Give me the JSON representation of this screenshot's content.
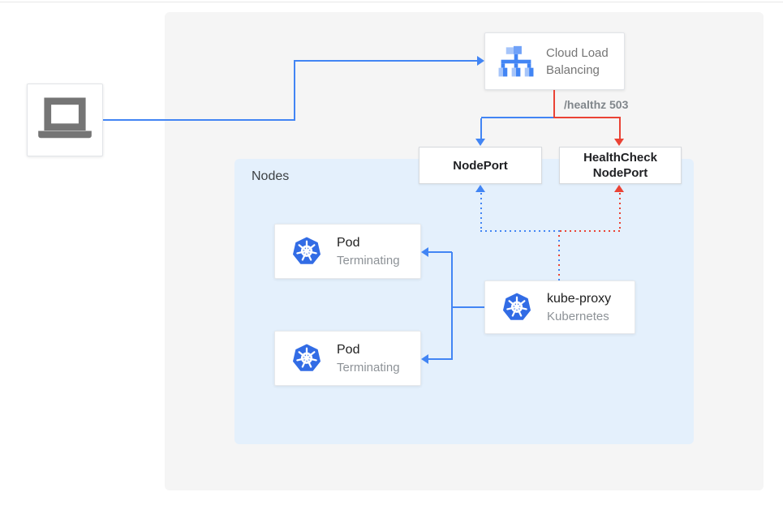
{
  "colors": {
    "blue": "#4285F4",
    "red": "#EA4335",
    "panel_background": "#F5F5F5",
    "nodes_background": "#E4F0FC",
    "kubernetes_blue": "#326CE5",
    "muted_text": "#80868B"
  },
  "client": {
    "icon": "laptop-icon"
  },
  "cloud_lb": {
    "label": "Cloud Load Balancing",
    "icon": "load-balancer-icon"
  },
  "edge_label": "/healthz 503",
  "nodes": {
    "label": "Nodes"
  },
  "nodeport": {
    "label": "NodePort"
  },
  "healthcheck_nodeport": {
    "label": "HealthCheck NodePort"
  },
  "pods": [
    {
      "title": "Pod",
      "subtitle": "Terminating",
      "icon": "kubernetes-icon"
    },
    {
      "title": "Pod",
      "subtitle": "Terminating",
      "icon": "kubernetes-icon"
    }
  ],
  "kube_proxy": {
    "title": "kube-proxy",
    "subtitle": "Kubernetes",
    "icon": "kubernetes-icon"
  }
}
